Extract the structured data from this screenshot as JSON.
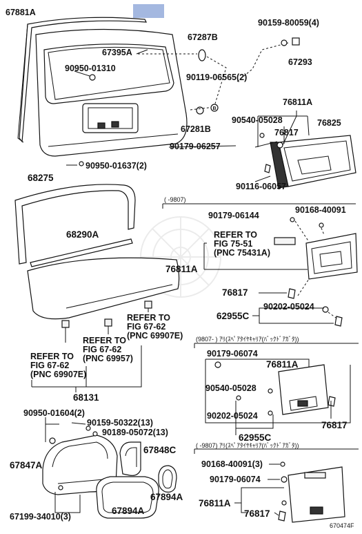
{
  "highlight_color": "#a4b8e0",
  "labels": {
    "l01": "67881A",
    "l02": "67287B",
    "l03": "90159-80059(4)",
    "l04": "67395A",
    "l05": "67293",
    "l06": "90950-01310",
    "l07": "90119-06565(2)",
    "l08": "76811A",
    "l09": "90540-05028",
    "l10": "76825",
    "l11": "76817",
    "l12": "67281B",
    "l13": "90179-06257",
    "l14": "90950-01637(2)",
    "l15": "90116-06057",
    "l16": "68275",
    "l17": "(     -9807)",
    "l18": "90179-06144",
    "l19": "90168-40091",
    "l20": "68290A",
    "l21": "REFER TO",
    "l22": "FIG 75-51",
    "l23": "(PNC 75431A)",
    "l24": "76811A",
    "l25": "76817",
    "l26": "90202-05024",
    "l27": "62955C",
    "l28": "REFER TO",
    "l29": "FIG 67-62",
    "l30": "(PNC 69907E)",
    "l31": "REFER TO",
    "l32": "FIG 67-62",
    "l33": "(PNC 69957)",
    "l34": "REFER TO",
    "l35": "FIG 67-62",
    "l36": "(PNC 69907E)",
    "l37": "(9807-      ) ｱﾘ(ｽﾍﾟｱﾀｲﾔｷｬﾘｱ(ﾊﾞｯｸﾄﾞｱｶﾞﾀ))",
    "l38": "90179-06074",
    "l39": "76811A",
    "l40": "90540-05028",
    "l41": "90202-05024",
    "l42": "76817",
    "l43": "62955C",
    "l44": "68131",
    "l45": "90950-01604(2)",
    "l46": "90159-50322(13)",
    "l47": "90189-05072(13)",
    "l48": "67848C",
    "l49": "67847A",
    "l50": "(     -9807) ｱﾘ(ｽﾍﾟｱﾀｲﾔｷｬﾘｱ(ﾊﾞｯｸﾄﾞｱｶﾞﾀ))",
    "l51": "90168-40091(3)",
    "l52": "90179-06074",
    "l53": "67894A",
    "l54": "76811A",
    "l55": "67894A",
    "l56": "76817",
    "l57": "67199-34010(3)",
    "l58": "670474F"
  }
}
